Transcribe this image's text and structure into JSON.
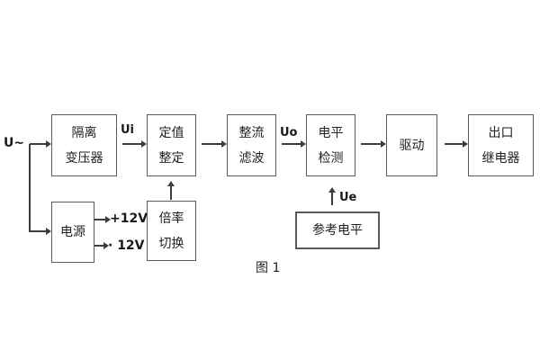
{
  "figure": {
    "caption": "图 1"
  },
  "labels": {
    "input": "U~",
    "ui": "Ui",
    "uo": "Uo",
    "ue": "Ue",
    "plus12v": "+12V",
    "minus12v": "· 12V"
  },
  "blocks": {
    "isolation_transformer": {
      "line1": "隔离",
      "line2": "变压器"
    },
    "value_setting": {
      "line1": "定值",
      "line2": "整定"
    },
    "rectifier_filter": {
      "line1": "整流",
      "line2": "滤波"
    },
    "level_detection": {
      "line1": "电平",
      "line2": "检测"
    },
    "drive": {
      "label": "驱动"
    },
    "output_relay": {
      "line1": "出口",
      "line2": "继电器"
    },
    "power_supply": {
      "label": "电源"
    },
    "ratio_switching": {
      "line1": "倍率",
      "line2": "切换"
    },
    "reference_level": {
      "label": "参考电平"
    }
  },
  "colors": {
    "background": "#ffffff",
    "line": "#3d3d3d",
    "border": "#5a5a5a",
    "text": "#1f1f1f"
  }
}
